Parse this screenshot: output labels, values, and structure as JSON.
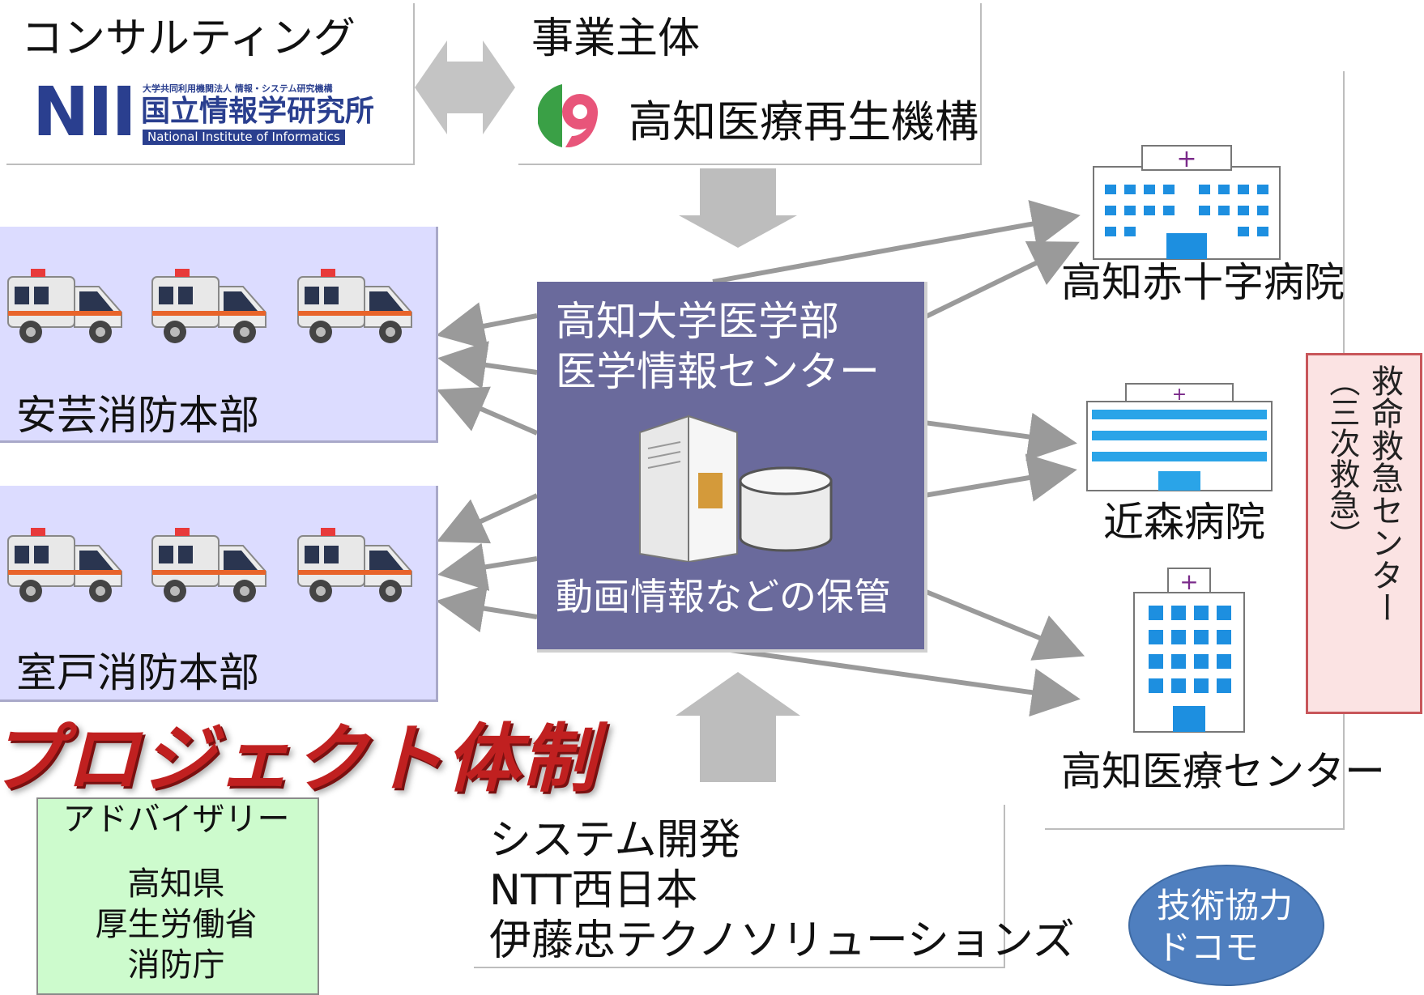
{
  "consulting": {
    "label": "コンサルティング",
    "logo_main": "NII",
    "logo_top": "大学共同利用機関法人 情報・システム研究機構",
    "logo_jp": "国立情報学研究所",
    "logo_en": "National Institute of Informatics"
  },
  "operator": {
    "label": "事業主体",
    "name": "高知医療再生機構"
  },
  "center": {
    "line1": "高知大学医学部",
    "line2": "医学情報センター",
    "storage": "動画情報などの保管"
  },
  "stations": [
    {
      "name": "安芸消防本部"
    },
    {
      "name": "室戸消防本部"
    }
  ],
  "hospitals": [
    {
      "name": "高知赤十字病院"
    },
    {
      "name": "近森病院"
    },
    {
      "name": "高知医療センター"
    }
  ],
  "emergency": {
    "main": "救命救急センター",
    "sub": "（三次救急）"
  },
  "project_title": "プロジェクト体制",
  "advisory": {
    "label": "アドバイザリー",
    "members": [
      "高知県",
      "厚生労働省",
      "消防庁"
    ]
  },
  "system_dev": {
    "label": "システム開発",
    "companies": [
      "NTT西日本",
      "伊藤忠テクノソリューションズ"
    ]
  },
  "tech_coop": {
    "label": "技術協力",
    "name": "ドコモ"
  },
  "colors": {
    "center_box": "#6a6a9c",
    "station_box": "#dcdcff",
    "advisory_box": "#cdfbcd",
    "emergency_border": "#c8565a",
    "coop_oval": "#4f7fbf",
    "arrow_gray": "#9a9a9a",
    "title_red": "#c02020"
  }
}
